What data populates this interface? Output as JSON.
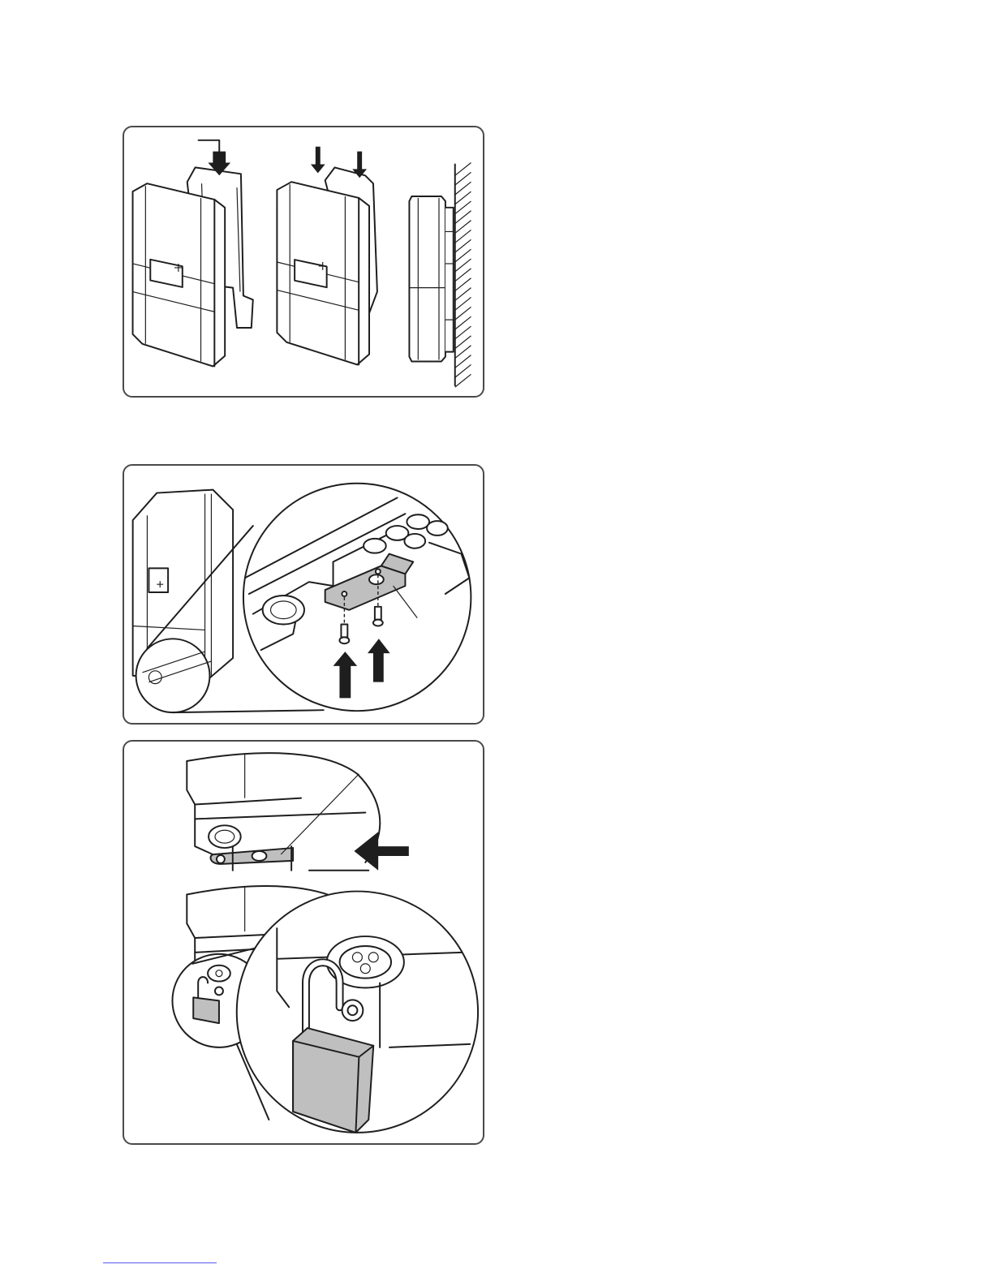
{
  "document": {
    "figures": [
      {
        "id": "figure-1",
        "depicts": "inverter-hang-on-bracket"
      },
      {
        "id": "figure-2",
        "depicts": "bracket-screw-fastening"
      },
      {
        "id": "figure-3",
        "depicts": "padlock-securing"
      }
    ],
    "colors": {
      "line": "#1e1e1e",
      "panel_border": "#4a4a4a",
      "padlock_fill": "#bfbfbf",
      "footnote_rule": "#5a5af0"
    },
    "icons": [
      "arrow-down-icon",
      "arrow-up-icon",
      "arrow-left-icon",
      "padlock-icon",
      "screw-icon",
      "wall-hatch-icon"
    ]
  }
}
